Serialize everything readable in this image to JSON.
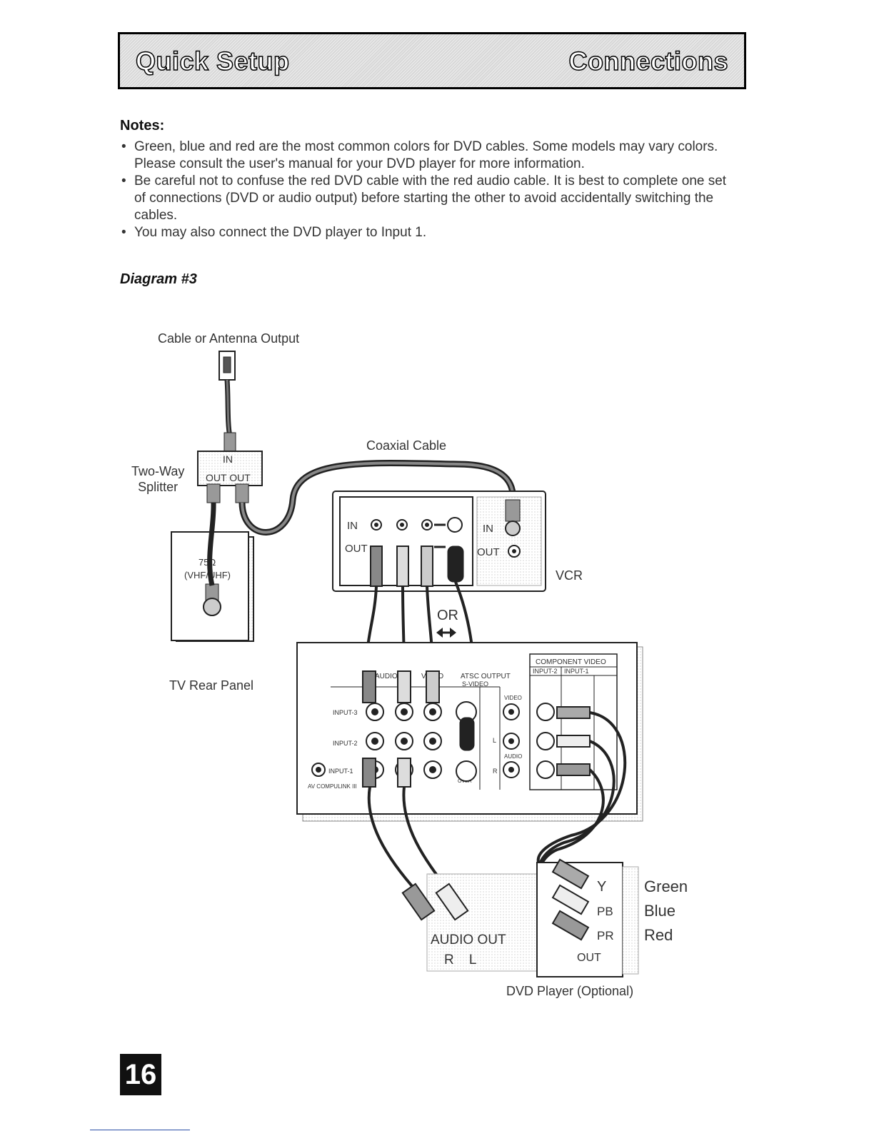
{
  "header": {
    "left_title": "Quick Setup",
    "right_title": "Connections"
  },
  "notes": {
    "title": "Notes:",
    "items": [
      "Green, blue and red are the most common colors for DVD cables. Some models may vary colors. Please consult the user's manual for your DVD player for more information.",
      "Be careful not to confuse the red DVD cable with the red audio cable. It is best to complete one set of connections (DVD or audio output) before starting the other to avoid accidentally switching the cables.",
      "You may also connect the DVD player to Input 1."
    ]
  },
  "diagram": {
    "title": "Diagram #3",
    "labels": {
      "antenna": "Cable or Antenna Output",
      "coax": "Coaxial Cable",
      "splitter": "Two-Way\nSplitter",
      "splitter_in": "IN",
      "splitter_out": "OUT OUT",
      "wall_ohm": "75Ω",
      "wall_band": "(VHF/UHF)",
      "vcr": "VCR",
      "vcr_in": "IN",
      "vcr_out": "OUT",
      "vcr_rf_in": "IN",
      "vcr_rf_out": "OUT",
      "or": "OR",
      "tv_rear": "TV Rear Panel",
      "component_video": "COMPONENT VIDEO",
      "input2": "INPUT-2",
      "input1": "INPUT-1",
      "audio_hdr": "AUDIO",
      "video_hdr": "VIDEO",
      "atsc_output": "ATSC OUTPUT",
      "s_video": "S-VIDEO",
      "tv_input3": "INPUT-3",
      "tv_input2": "INPUT-2",
      "tv_input1": "INPUT-1",
      "av_compulink": "AV COMPULINK III",
      "over": "OVER",
      "tv_video": "VIDEO",
      "tv_audio": "AUDIO",
      "tv_l": "L",
      "tv_r": "R",
      "dvd_y": "Y",
      "dvd_pb": "PB",
      "dvd_pr": "PR",
      "dvd_out": "OUT",
      "audio_out": "AUDIO OUT",
      "audio_rl": "R    L",
      "green": "Green",
      "blue": "Blue",
      "red": "Red",
      "dvd_player": "DVD Player (Optional)"
    }
  },
  "page_number": "16",
  "colors": {
    "header_bg": "#d8d8d8",
    "ink": "#111111",
    "page_badge": "#111111"
  }
}
